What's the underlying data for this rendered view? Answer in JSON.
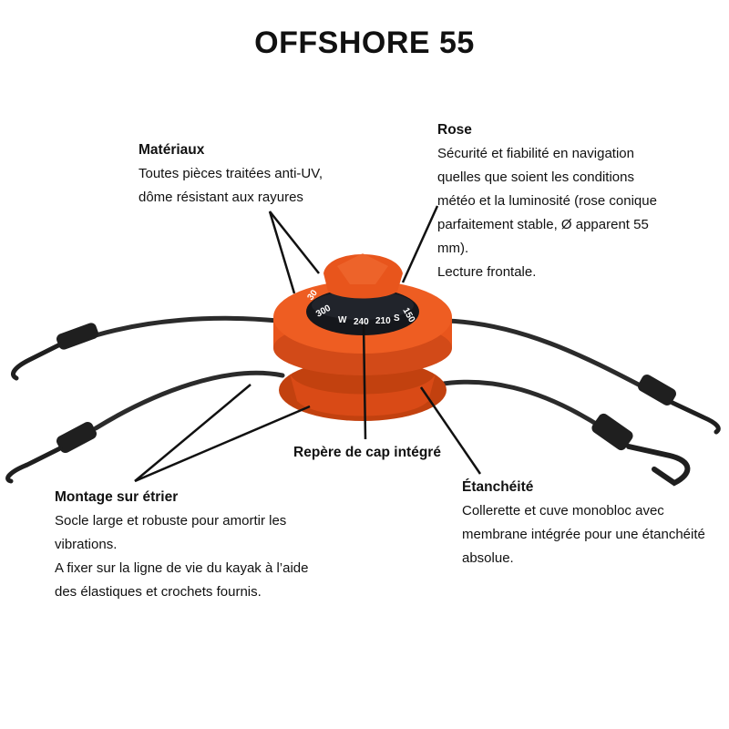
{
  "title": "OFFSHORE 55",
  "annotations": {
    "materiaux": {
      "heading": "Matériaux",
      "lines": [
        "Toutes pièces traitées anti-UV,",
        "dôme résistant aux rayures"
      ]
    },
    "rose": {
      "heading": "Rose",
      "lines": [
        "Sécurité et fiabilité en navigation",
        "quelles que soient les conditions",
        "météo et la luminosité (rose conique",
        "parfaitement stable, Ø apparent 55",
        "mm).",
        "Lecture frontale."
      ]
    },
    "repere": {
      "heading": "Repère de cap intégré"
    },
    "montage": {
      "heading": "Montage sur étrier",
      "lines": [
        "Socle large et robuste pour amortir les",
        "vibrations.",
        "A fixer sur la ligne de vie du kayak à l’aide",
        "des élastiques et crochets fournis."
      ]
    },
    "etancheite": {
      "heading": "Étanchéité",
      "lines": [
        "Collerette et cuve monobloc avec",
        "membrane intégrée pour une étanchéité",
        "absolue."
      ]
    }
  },
  "compass_scale": [
    "30",
    "300",
    "W",
    "240",
    "210",
    "S",
    "150"
  ],
  "colors": {
    "compass_body": "#e8551c",
    "compass_dark": "#c2410f",
    "card": "#15171c",
    "bungee": "#2b2b2b",
    "hook": "#1f1f1f"
  }
}
